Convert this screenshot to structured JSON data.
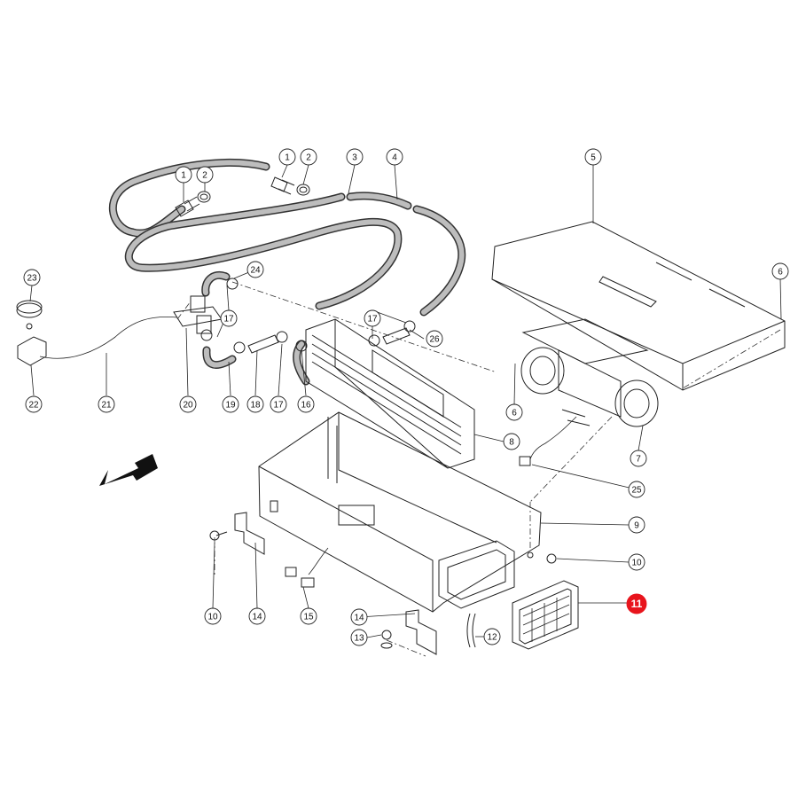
{
  "callouts": {
    "c1a": "1",
    "c2a": "2",
    "c1b": "1",
    "c2b": "2",
    "c3": "3",
    "c4": "4",
    "c5": "5",
    "c6a": "6",
    "c6b": "6",
    "c7": "7",
    "c8": "8",
    "c9": "9",
    "c10a": "10",
    "c10b": "10",
    "c11": "11",
    "c12": "12",
    "c13": "13",
    "c14a": "14",
    "c14b": "14",
    "c15": "15",
    "c16": "16",
    "c17a": "17",
    "c17b": "17",
    "c17c": "17",
    "c18": "18",
    "c19": "19",
    "c20": "20",
    "c21": "21",
    "c22": "22",
    "c23": "23",
    "c24": "24",
    "c25": "25",
    "c26": "26"
  },
  "highlight": {
    "part": "11",
    "color": "#e8141c"
  },
  "icons": {
    "front_arrow": "arrow-down-left-icon"
  }
}
